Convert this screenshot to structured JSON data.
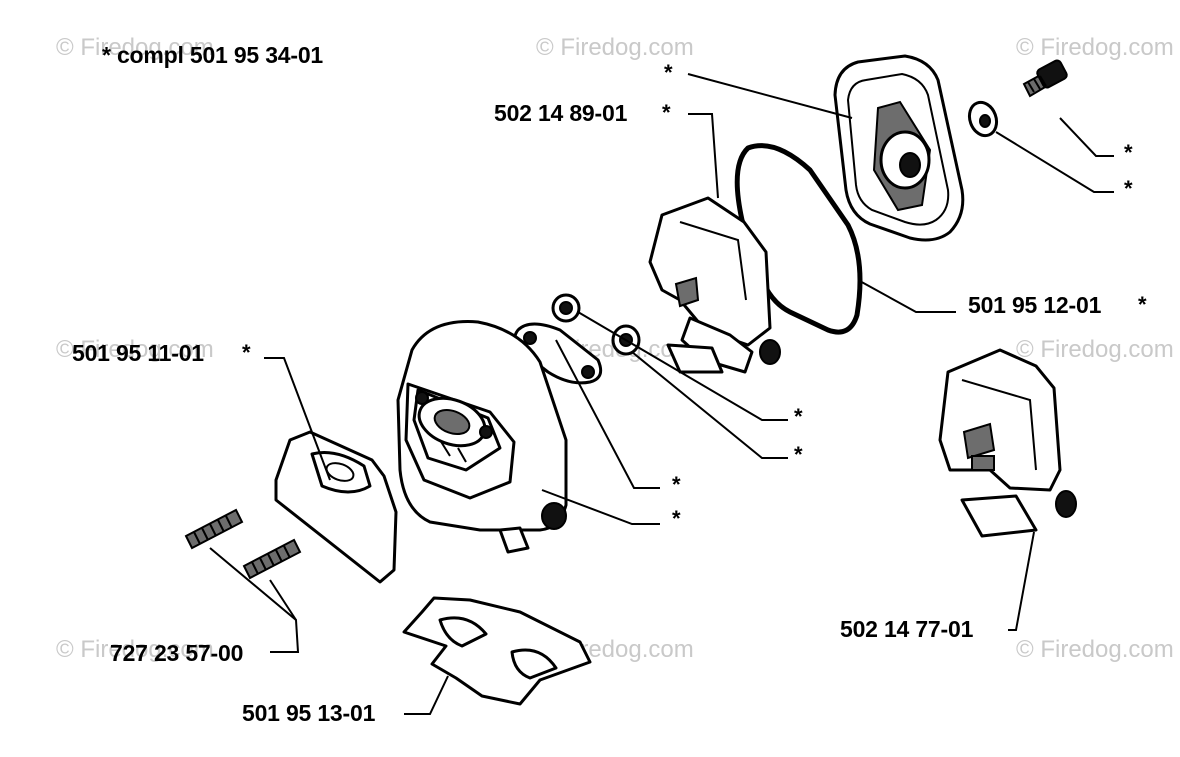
{
  "watermarks": [
    "© Firedog.com",
    "© Firedog.com",
    "© Firedog.com",
    "© Firedog.com",
    "© Firedog.com",
    "© Firedog.com",
    "© Firedog.com",
    "© Firedog.com",
    "© Firedog.com"
  ],
  "compl_label": "* compl 501 95 34-01",
  "asterisk": "*",
  "part_labels": {
    "intake_gasket": "502 14 89-01",
    "filter_seal": "501 95 12-01",
    "insulating_gasket": "501 95 11-01",
    "stud_bolts": "727 23 57-00",
    "heat_shield": "501 95 13-01",
    "filter_holder": "502 14 77-01"
  }
}
